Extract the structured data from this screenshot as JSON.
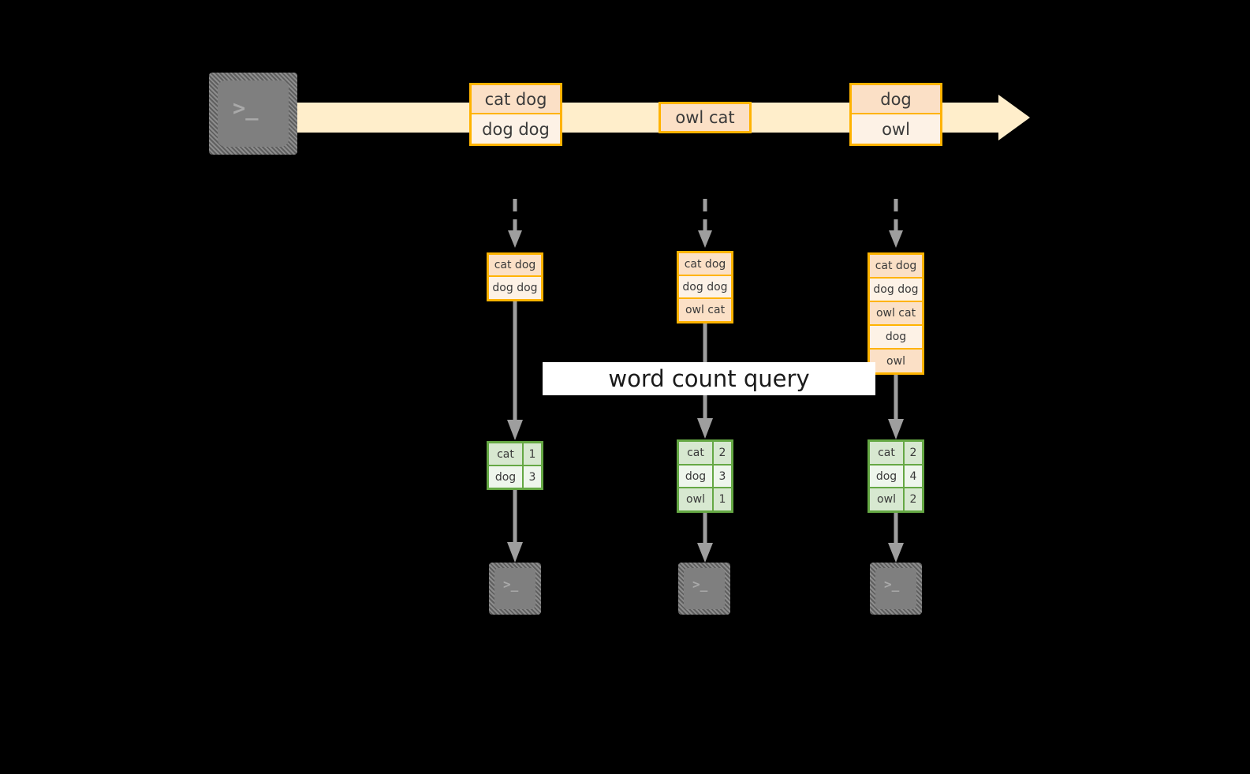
{
  "diagram": {
    "background_color": "#000000",
    "accent_orange": "#ffb300",
    "accent_green": "#65a844",
    "arrow_gray": "#9e9e9e",
    "stream_fill": "#ffeecb",
    "terminal_gray": "#7f7f7f"
  },
  "stream": {
    "producer_icon": "terminal-icon",
    "producer_glyph": ">_",
    "records": [
      {
        "name": "stream-record-1",
        "lines": [
          "cat dog",
          "dog dog"
        ]
      },
      {
        "name": "stream-record-2",
        "lines": [
          "owl cat"
        ]
      },
      {
        "name": "stream-record-3",
        "lines": [
          "dog",
          "owl"
        ]
      }
    ]
  },
  "label": {
    "query_banner": "word count query"
  },
  "columns": [
    {
      "name": "snapshot-1",
      "input_rows": [
        "cat dog",
        "dog dog"
      ],
      "result_header": null,
      "result_rows": [
        {
          "word": "cat",
          "count": "1"
        },
        {
          "word": "dog",
          "count": "3"
        }
      ],
      "consumer_glyph": ">_"
    },
    {
      "name": "snapshot-2",
      "input_rows": [
        "cat dog",
        "dog dog",
        "owl cat"
      ],
      "result_header": null,
      "result_rows": [
        {
          "word": "cat",
          "count": "2"
        },
        {
          "word": "dog",
          "count": "3"
        },
        {
          "word": "owl",
          "count": "1"
        }
      ],
      "consumer_glyph": ">_"
    },
    {
      "name": "snapshot-3",
      "input_rows": [
        "cat dog",
        "dog dog",
        "owl cat",
        "dog",
        "owl"
      ],
      "result_header": null,
      "result_rows": [
        {
          "word": "cat",
          "count": "2"
        },
        {
          "word": "dog",
          "count": "4"
        },
        {
          "word": "owl",
          "count": "2"
        }
      ],
      "consumer_glyph": ">_"
    }
  ]
}
